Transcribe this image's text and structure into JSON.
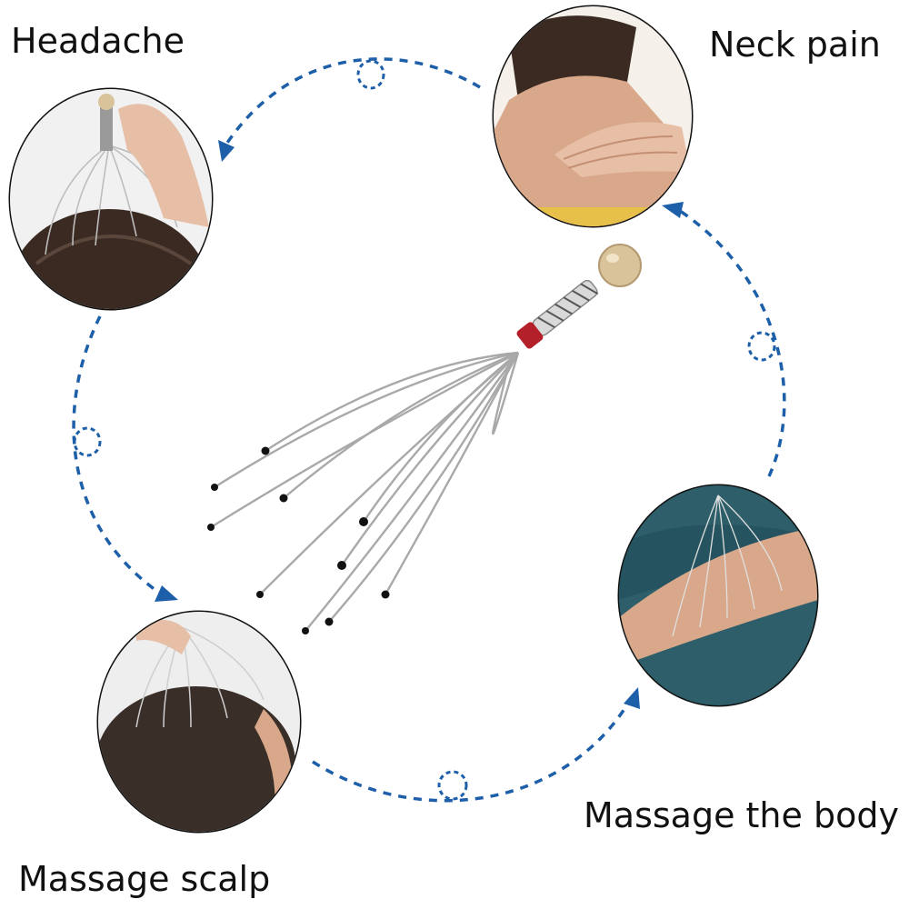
{
  "labels": {
    "headache": "Headache",
    "neck_pain": "Neck pain",
    "massage_body": "Massage the body",
    "massage_scalp": "Massage scalp"
  },
  "colors": {
    "arrow": "#1d5fa8",
    "skin": "#d9a88a",
    "hair": "#3a2a22",
    "sleeve_teal": "#2d5e6a",
    "wood_ball": "#d8c39a",
    "red_collar": "#b3202a",
    "wire": "#a9a9a9"
  },
  "icons": {
    "flow_arrow": "dashed-curved-arrow-icon",
    "loop": "dashed-loop-icon"
  }
}
